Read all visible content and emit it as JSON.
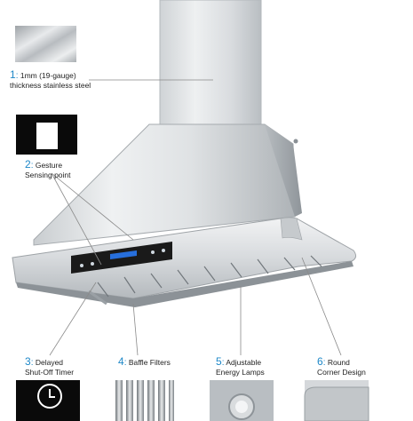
{
  "features": [
    {
      "number": "1",
      "colon": ":",
      "line1": "1mm (19-gauge)",
      "line2": "thickness stainless steel"
    },
    {
      "number": "2",
      "colon": ":",
      "line1": "Gesture",
      "line2": "Sensing point"
    },
    {
      "number": "3",
      "colon": ":",
      "line1": "Delayed",
      "line2": "Shut-Off Timer"
    },
    {
      "number": "4",
      "colon": ":",
      "line1": "Baffle Filters",
      "line2": ""
    },
    {
      "number": "5",
      "colon": ":",
      "line1": "Adjustable",
      "line2": "Energy Lamps"
    },
    {
      "number": "6",
      "colon": ":",
      "line1": "Round",
      "line2": "Corner Design"
    }
  ],
  "colors": {
    "accent": "#1e88c8",
    "steel_light": "#e6e8ea",
    "steel_dark": "#9aa0a6",
    "panel": "#1a1a1a",
    "display": "#2a7fff"
  },
  "icons": [
    "steel-swatch-icon",
    "gesture-sensor-icon",
    "clock-icon",
    "baffle-filter-icon",
    "lamp-icon"
  ]
}
